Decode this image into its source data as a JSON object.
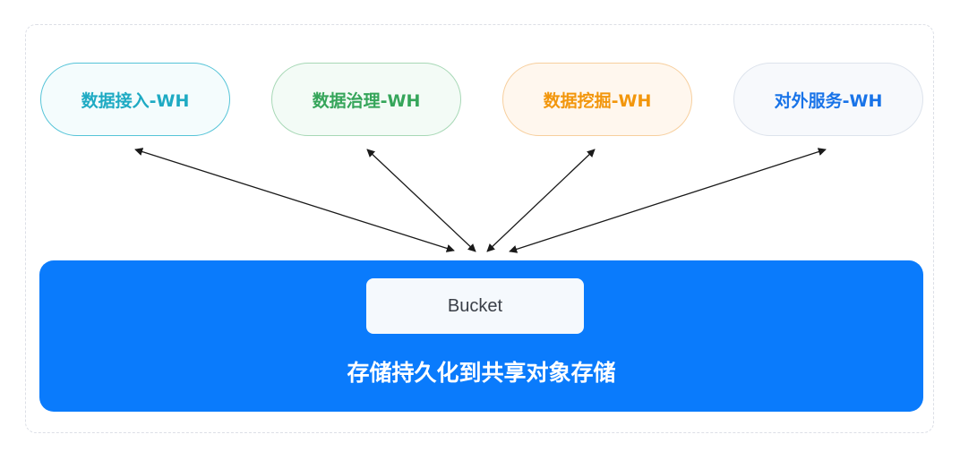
{
  "top_nodes": [
    {
      "label": "数据接入-WH",
      "color": "#1eaac3"
    },
    {
      "label": "数据治理-WH",
      "color": "#35a55a"
    },
    {
      "label": "数据挖掘-WH",
      "color": "#f2960c"
    },
    {
      "label": "对外服务-WH",
      "color": "#1873e8"
    }
  ],
  "storage": {
    "bucket_label": "Bucket",
    "label": "存储持久化到共享对象存储",
    "color": "#0a7bfc"
  }
}
